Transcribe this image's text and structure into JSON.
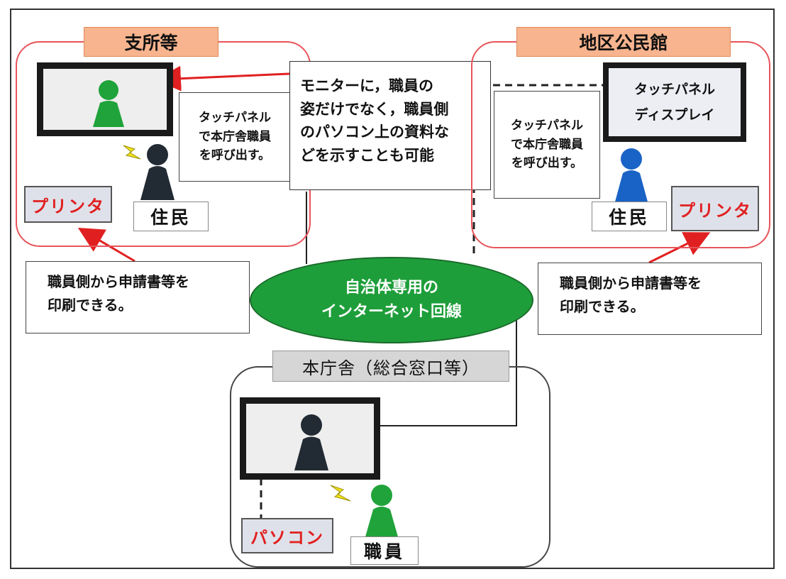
{
  "branch": {
    "title": "支所等",
    "touch_note": [
      "タッチパネル",
      "で本庁舎職員",
      "を呼び出す。"
    ],
    "printer": "プリンタ",
    "resident": "住民",
    "print_note": [
      "職員側から申請書等を",
      "印刷できる。"
    ]
  },
  "community": {
    "title": "地区公民館",
    "display": [
      "タッチパネル",
      "ディスプレイ"
    ],
    "touch_note": [
      "タッチパネル",
      "で本庁舎職員",
      "を呼び出す。"
    ],
    "printer": "プリンタ",
    "resident": "住民",
    "print_note": [
      "職員側から申請書等を",
      "印刷できる。"
    ]
  },
  "monitor_note": [
    "モニターに，職員の",
    "姿だけでなく，職員側",
    "のパソコン上の資料な",
    "どを示すことも可能"
  ],
  "network": [
    "自治体専用の",
    "インターネット回線"
  ],
  "hq": {
    "title": "本庁舎（総合窓口等）",
    "pc": "パソコン",
    "staff": "職員"
  },
  "colors": {
    "green_figure": "#1fa33a",
    "blue_figure": "#1a63c6",
    "dark_figure": "#222a33",
    "accent_red": "#e02020",
    "network_green": "#1e9e3a"
  }
}
